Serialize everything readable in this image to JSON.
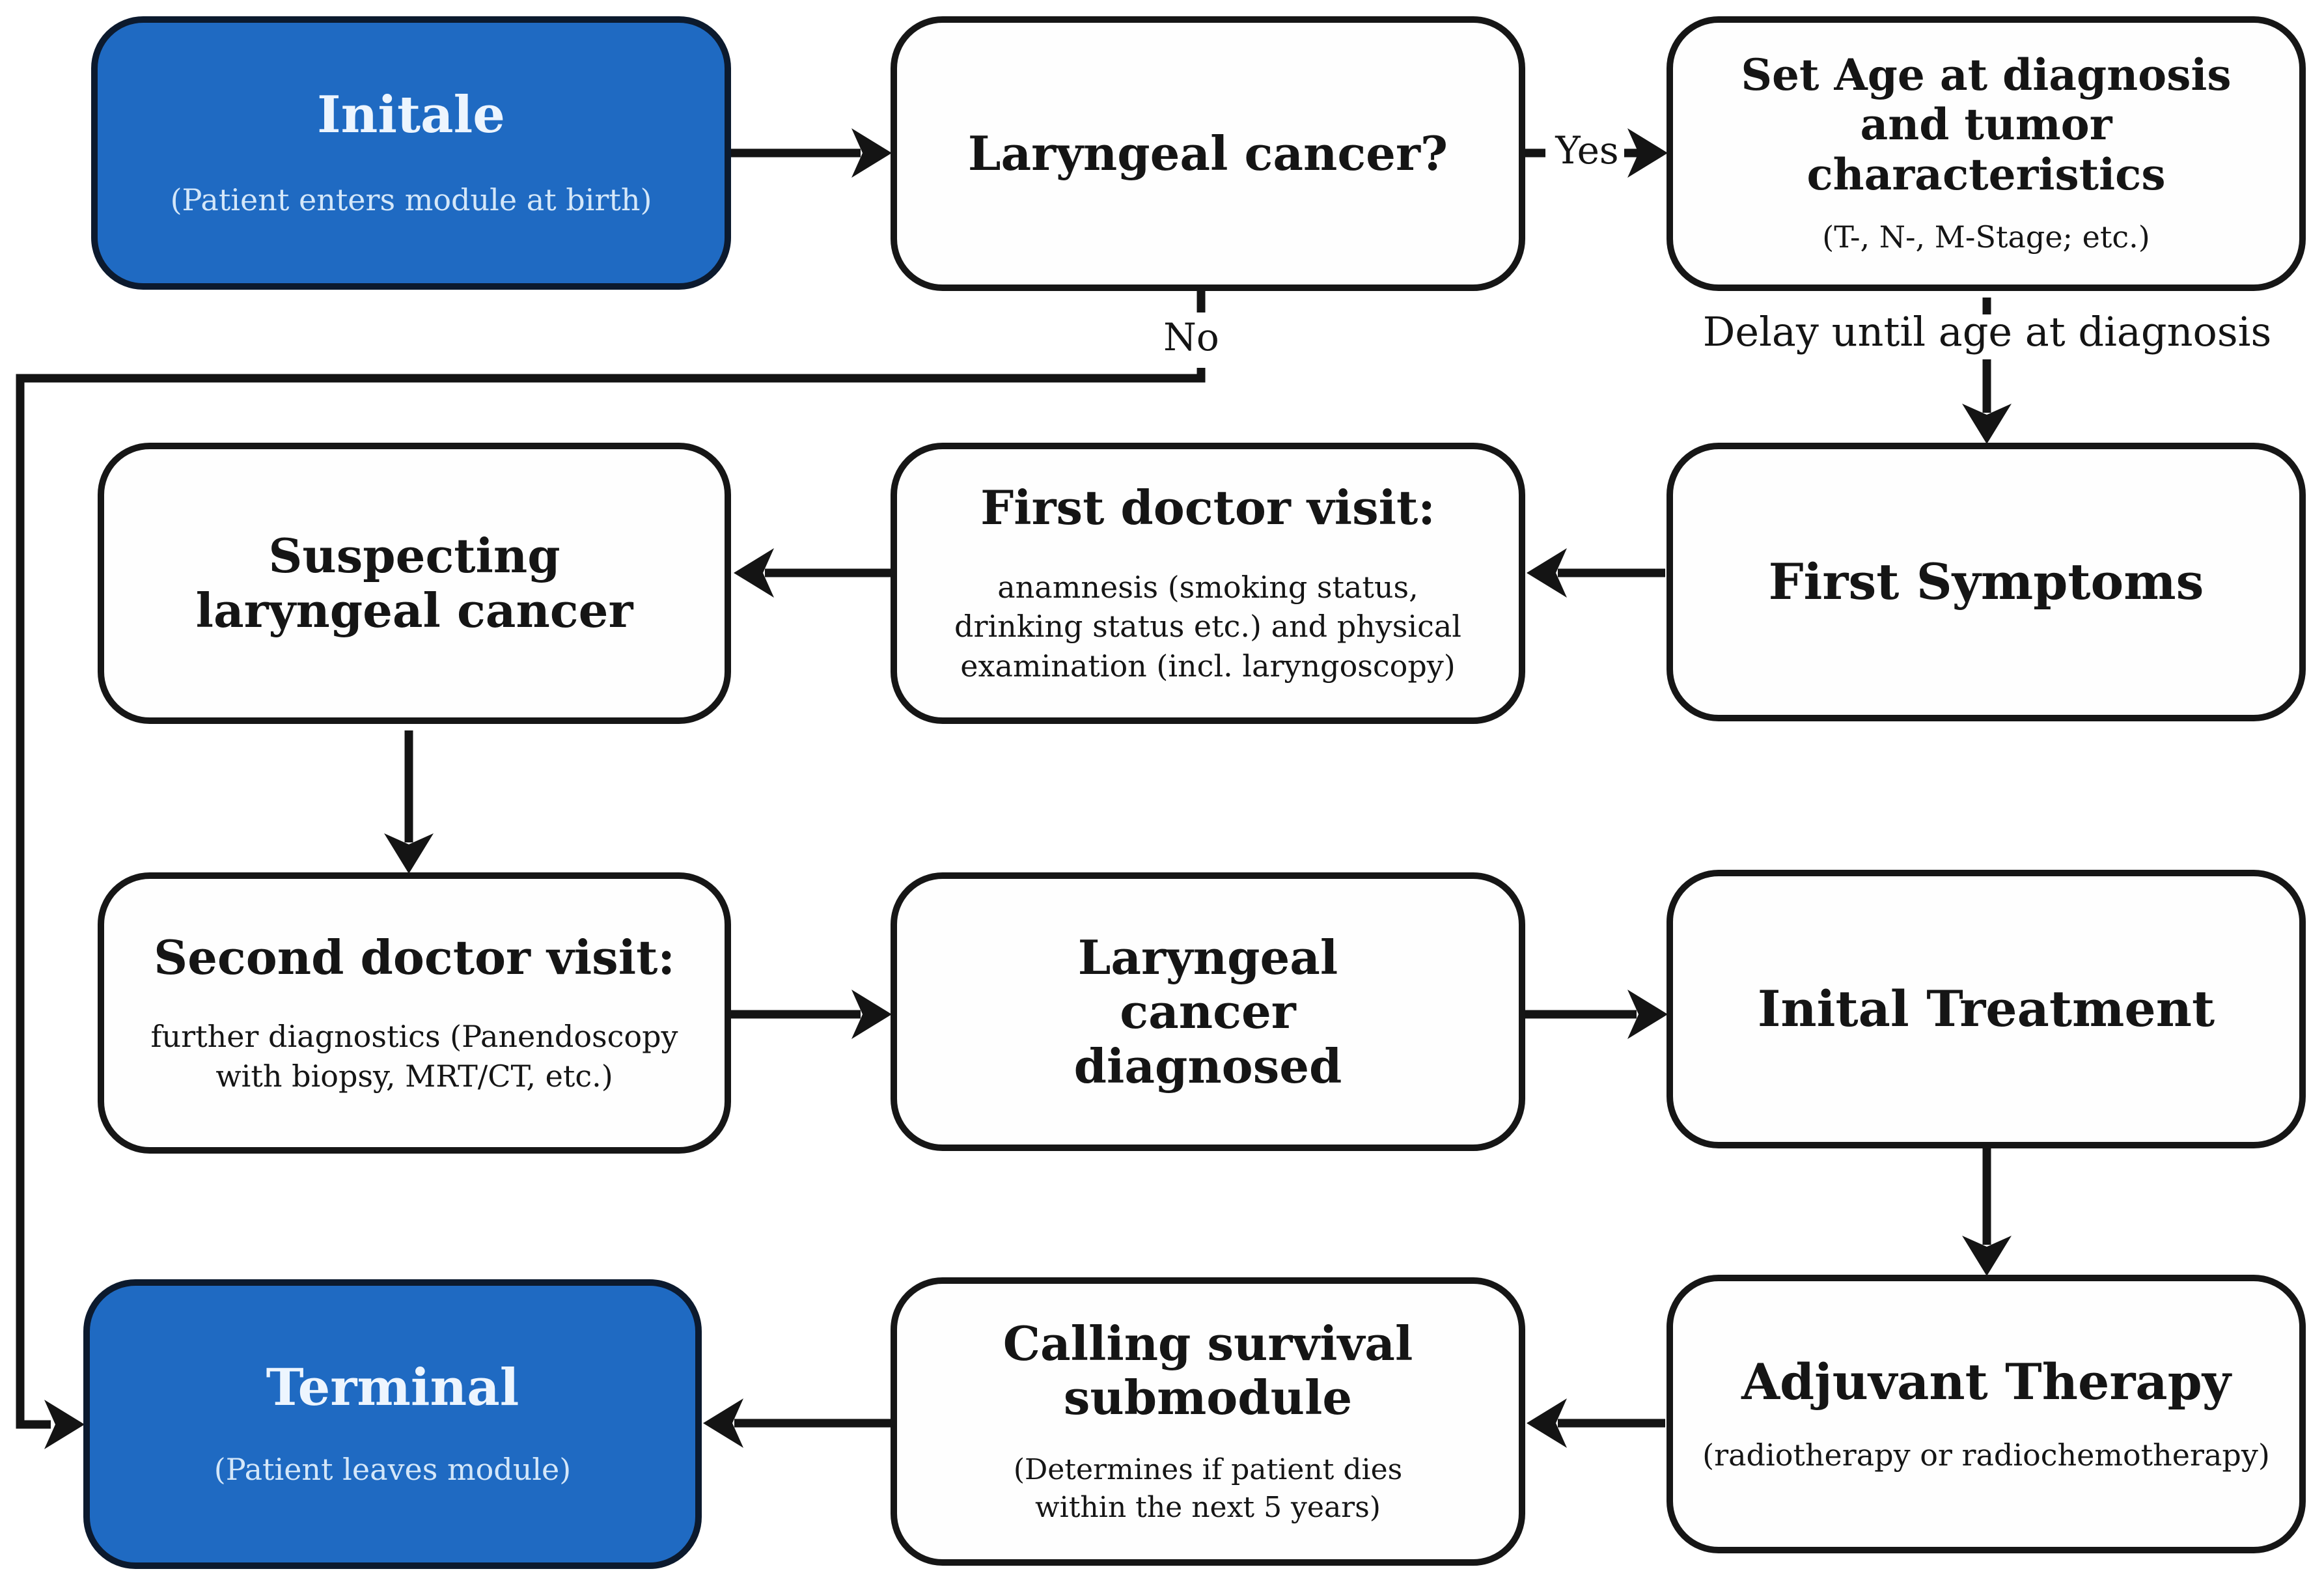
{
  "diagram": {
    "colors": {
      "accent_fill": "#1f6ac2",
      "accent_border": "#0c1a2e",
      "node_fill": "#fefefe",
      "node_border": "#161616",
      "line": "#141414"
    },
    "nodes": [
      {
        "title": "Initale",
        "subtitle": "(Patient enters module at birth)"
      },
      {
        "title": "Laryngeal cancer?",
        "subtitle": ""
      },
      {
        "title": "Set Age at diagnosis and tumor characteristics",
        "subtitle": "(T-, N-, M-Stage; etc.)"
      },
      {
        "title": "Suspecting laryngeal cancer",
        "subtitle": ""
      },
      {
        "title": "First doctor visit:",
        "subtitle": "anamnesis (smoking status, drinking status etc.) and physical examination (incl. laryngoscopy)"
      },
      {
        "title": "First Symptoms",
        "subtitle": ""
      },
      {
        "title": "Second doctor visit:",
        "subtitle": "further diagnostics (Panendoscopy with biopsy, MRT/CT, etc.)"
      },
      {
        "title": "Laryngeal cancer diagnosed",
        "subtitle": ""
      },
      {
        "title": "Inital Treatment",
        "subtitle": ""
      },
      {
        "title": "Terminal",
        "subtitle": "(Patient leaves module)"
      },
      {
        "title": "Calling survival submodule",
        "subtitle": "(Determines if patient dies within the next 5 years)"
      },
      {
        "title": "Adjuvant Therapy",
        "subtitle": "(radiotherapy or radiochemotherapy)"
      }
    ],
    "labels": {
      "yes": "Yes",
      "no": "No",
      "delay": "Delay until age at diagnosis"
    }
  }
}
